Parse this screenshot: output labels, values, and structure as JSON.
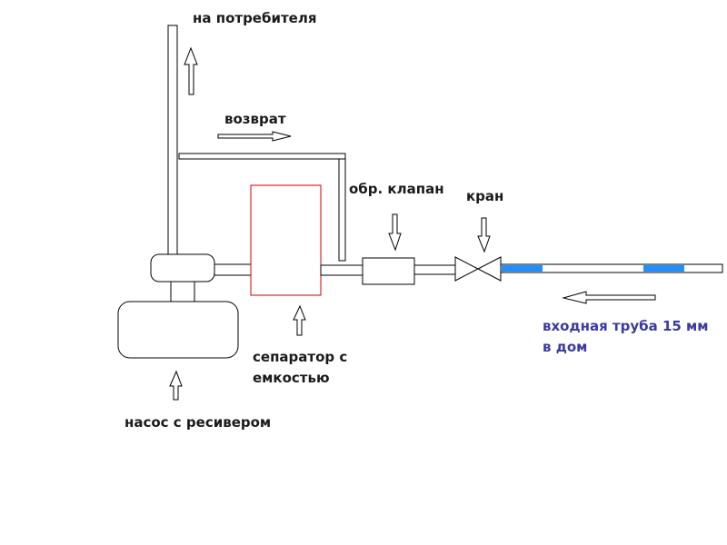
{
  "labels": {
    "consumer": "на потребителя",
    "return": "возврат",
    "check_valve": "обр. клапан",
    "valve": "кран",
    "separator_line1": "сепаратор с",
    "separator_line2": "емкостью",
    "pump": "насос с ресивером",
    "inlet_line1": "входная труба 15 мм",
    "inlet_line2": "в дом"
  },
  "colors": {
    "line": "#000000",
    "separator_outline": "#cc0000",
    "pipe_fill": "#1e90ff",
    "inlet_text": "#3a3aa0",
    "label_text": "#1a1a1a"
  },
  "icons": {
    "arrow_up": "arrow-up-icon",
    "arrow_down": "arrow-down-icon",
    "arrow_right": "arrow-right-icon",
    "arrow_left": "arrow-left-icon",
    "valve": "butterfly-valve-icon"
  }
}
